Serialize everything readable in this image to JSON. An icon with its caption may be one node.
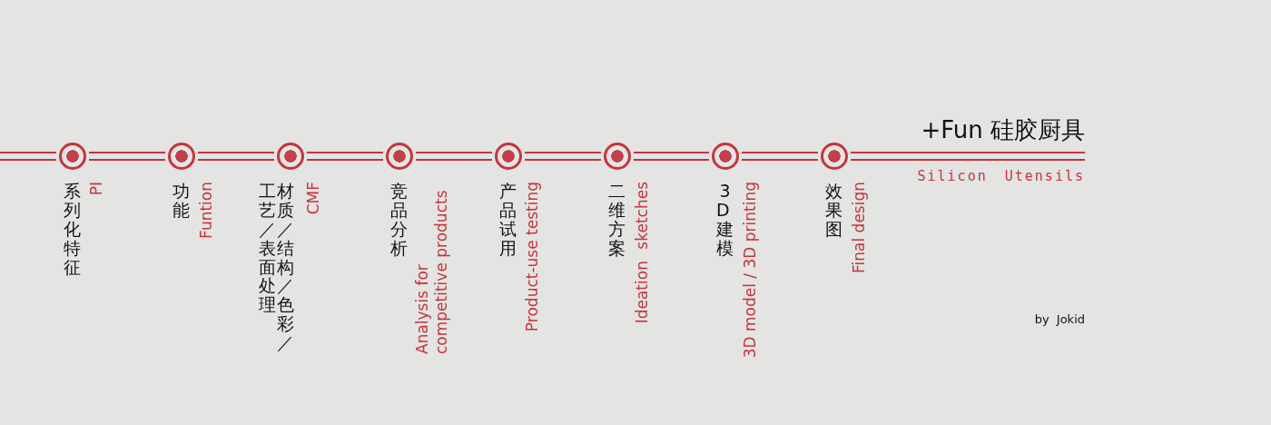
{
  "diagram": {
    "title": "+Fun 硅胶厨具",
    "nodes": [
      {
        "text": [],
        "shape": "circle",
        "beside": [
          "系列化特征",
          "PI"
        ]
      },
      {
        "text": [],
        "shape": "circle",
        "beside": [
          "功能",
          "Funtion"
        ]
      },
      {
        "text": [],
        "shape": "circle",
        "beside": [
          "材质／结构／色彩／",
          "工艺／表面处理",
          "CMF"
        ]
      },
      {
        "text": [],
        "shape": "circle",
        "beside": [
          "竞品分析",
          "Analysis for competitive products"
        ]
      },
      {
        "text": [],
        "shape": "circle",
        "beside": [
          "产品试用",
          "Product-use testing"
        ]
      },
      {
        "text": [],
        "shape": "circle",
        "beside": [
          "二维方案",
          "Ideation sketches"
        ]
      },
      {
        "text": [],
        "shape": "circle",
        "beside": [
          "3D 建模",
          "3D model / 3D printing"
        ]
      },
      {
        "text": [],
        "shape": "circle",
        "beside": [
          "效果图",
          "Final design"
        ]
      }
    ],
    "edges": [
      {
        "from": null,
        "to": 0,
        "arrow": "none"
      },
      {
        "from": 0,
        "to": 1,
        "arrow": "none"
      },
      {
        "from": 1,
        "to": 2,
        "arrow": "none"
      },
      {
        "from": 2,
        "to": 3,
        "arrow": "none"
      },
      {
        "from": 3,
        "to": 4,
        "arrow": "none"
      },
      {
        "from": 4,
        "to": 5,
        "arrow": "none"
      },
      {
        "from": 5,
        "to": 6,
        "arrow": "none"
      },
      {
        "from": 6,
        "to": 7,
        "arrow": "none"
      },
      {
        "from": 7,
        "to": null,
        "arrow": "none"
      }
    ],
    "labels": [
      "Silicon Utensils",
      "by Jokid"
    ]
  }
}
